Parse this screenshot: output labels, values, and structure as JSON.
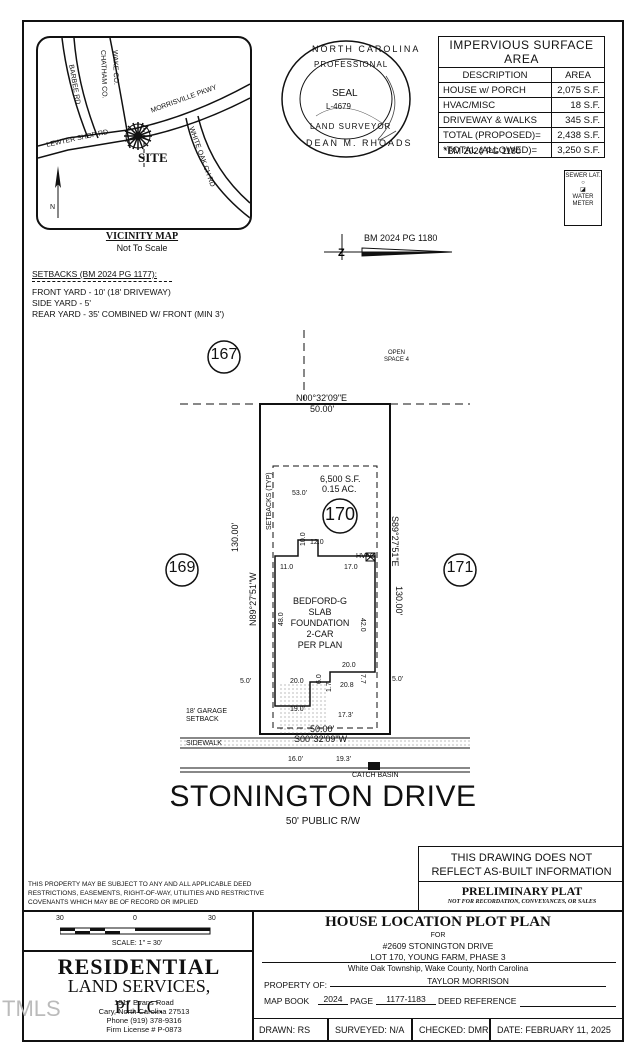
{
  "impervious": {
    "title": "IMPERVIOUS SURFACE AREA",
    "col_desc": "DESCRIPTION",
    "col_area": "AREA",
    "rows": [
      {
        "desc": "HOUSE w/ PORCH",
        "area": "2,075 S.F."
      },
      {
        "desc": "HVAC/MISC",
        "area": "18 S.F."
      },
      {
        "desc": "DRIVEWAY & WALKS",
        "area": "345 S.F."
      },
      {
        "desc": "TOTAL (PROPOSED)=",
        "area": "2,438 S.F."
      },
      {
        "desc": "*TOTAL (ALLOWED)=",
        "area": "3,250 S.F."
      }
    ],
    "note": "*BM 2024 PG 1180"
  },
  "vicinity": {
    "title": "VICINITY MAP",
    "subtitle": "Not To Scale",
    "roads": [
      "BARBEE RD",
      "WAKE CO.",
      "CHATHAM CO.",
      "MORRISVILLE PKWY",
      "LEWTER SHOP RD",
      "WHITE OAK CH RD"
    ],
    "site": "SITE",
    "north": "N"
  },
  "seal": {
    "top": "NORTH CAROLINA",
    "line2": "PROFESSIONAL",
    "seal": "SEAL",
    "number": "L-4679",
    "line3": "LAND SURVEYOR",
    "name": "DEAN M. RHOADS"
  },
  "legend": {
    "sewer": "SEWER LAT.",
    "water": "WATER METER"
  },
  "bm_label": "BM 2024 PG 1180",
  "setbacks": {
    "title": "SETBACKS (BM 2024 PG 1177):",
    "lines": [
      "FRONT YARD - 10' (18' DRIVEWAY)",
      "SIDE YARD - 5'",
      "REAR YARD - 35' COMBINED W/ FRONT (MIN 3')"
    ]
  },
  "lots": {
    "rear": "167",
    "left": "169",
    "right": "171",
    "main": "170",
    "open_space": [
      "OPEN",
      "SPACE 4"
    ]
  },
  "plot": {
    "bearing_top": "N00°32'09\"E",
    "dist_top": "50.00'",
    "bearing_bottom": "S00°32'09\"W",
    "dist_bottom": "50.00'",
    "bearing_left": "N89°27'51\"W",
    "dist_left": "130.00'",
    "bearing_right": "S89°27'51\"E",
    "dist_right": "130.00'",
    "area_sf": "6,500 S.F.",
    "area_ac": "0.15 AC.",
    "setbacks_typ": "SETBACKS (TYP)",
    "house_lines": [
      "BEDFORD-G",
      "SLAB",
      "FOUNDATION",
      "2-CAR",
      "PER PLAN"
    ],
    "dims": {
      "rear_setback": "53.0'",
      "d12": "12.0",
      "d10": "10.0",
      "d11": "11.0",
      "d17": "17.0",
      "d48": "48.0",
      "d42": "42.0",
      "d20a": "20.0",
      "d20b": "20.0",
      "d20_8": "20.8",
      "d6": "6.0",
      "d1_7": "1.7",
      "d7_7": "7.7",
      "d19": "19.0'",
      "d17_3": "17.3'",
      "d5l": "5.0'",
      "d5r": "5.0'",
      "d16": "16.0'",
      "d19_3": "19.3'"
    },
    "hvac": "HVAC",
    "garage_setback": [
      "18' GARAGE",
      "SETBACK"
    ],
    "sidewalk": "SIDEWALK",
    "catch_basin": "CATCH BASIN"
  },
  "street": {
    "name": "STONINGTON DRIVE",
    "row": "50' PUBLIC R/W"
  },
  "disclaimer": "THIS PROPERTY MAY BE SUBJECT TO ANY AND ALL APPLICABLE DEED RESTRICTIONS, EASEMENTS, RIGHT-OF-WAY, UTILITIES AND RESTRICTIVE COVENANTS WHICH MAY BE OF RECORD OR IMPLIED",
  "asbuilt": [
    "THIS DRAWING DOES NOT",
    "REFLECT AS-BUILT INFORMATION"
  ],
  "prelim": {
    "title": "PRELIMINARY PLAT",
    "sub": "NOT FOR RECORDATION, CONVEYANCES, OR SALES"
  },
  "scale": {
    "left": "30",
    "mid": "0",
    "right": "30",
    "label": "SCALE: 1\" = 30'"
  },
  "company": {
    "name1": "RESIDENTIAL",
    "name2": "LAND SERVICES, PLLC.",
    "addr1": "1917 Evans Road",
    "addr2": "Cary, North Carolina 27513",
    "phone": "Phone (919) 378-9316",
    "license": "Firm License # P-0873"
  },
  "title_block": {
    "title": "HOUSE LOCATION PLOT PLAN",
    "for": "FOR",
    "address": "#2609 STONINGTON DRIVE",
    "lot": "LOT 170, YOUNG FARM, PHASE 3",
    "township": "White Oak Township, Wake County, North Carolina",
    "property_of_label": "PROPERTY OF:",
    "property_of": "TAYLOR MORRISON",
    "mapbook_label": "MAP BOOK",
    "mapbook": "2024",
    "page_label": "PAGE",
    "page": "1177-1183",
    "deed": "DEED REFERENCE"
  },
  "footer": {
    "drawn": "DRAWN: RS",
    "surveyed": "SURVEYED: N/A",
    "checked": "CHECKED: DMR",
    "date": "DATE: FEBRUARY 11, 2025"
  },
  "watermark": "TMLS"
}
